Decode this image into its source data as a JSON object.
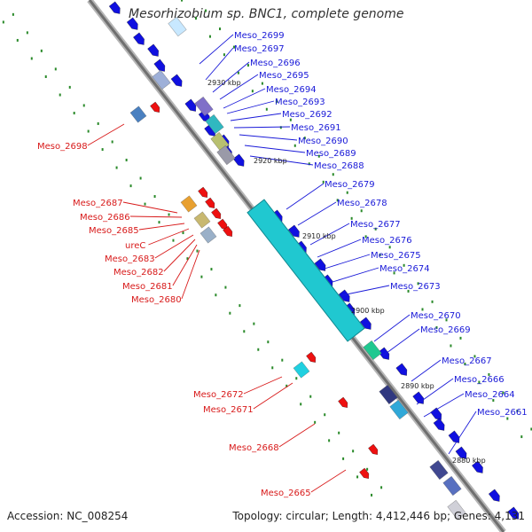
{
  "title": "Mesorhizobium sp. BNC1, complete genome",
  "footer": {
    "accession": "Accession: NC_008254",
    "topology": "Topology: circular; Length: 4,412,446 bp; Genes: 4,131"
  },
  "colors": {
    "forward_label": "#1a1ad8",
    "reverse_label": "#d81a1a",
    "forward_gene": "#1010e0",
    "reverse_gene": "#ee1010",
    "backbone": "#6f6f6f",
    "guide_dots": "#2a8a2a"
  },
  "ticks": [
    "2930 kbp",
    "2920 kbp",
    "2910 kbp",
    "2900 kbp",
    "2890 kbp",
    "2880 kbp"
  ],
  "labels_forward": [
    "Meso_2699",
    "Meso_2697",
    "Meso_2696",
    "Meso_2695",
    "Meso_2694",
    "Meso_2693",
    "Meso_2692",
    "Meso_2691",
    "Meso_2690",
    "Meso_2689",
    "Meso_2688",
    "Meso_2679",
    "Meso_2678",
    "Meso_2677",
    "Meso_2676",
    "Meso_2675",
    "Meso_2674",
    "Meso_2673",
    "Meso_2670",
    "Meso_2669",
    "Meso_2667",
    "Meso_2666",
    "Meso_2664",
    "Meso_2661"
  ],
  "labels_reverse": [
    "Meso_2698",
    "Meso_2687",
    "Meso_2686",
    "Meso_2685",
    "ureC",
    "Meso_2683",
    "Meso_2682",
    "Meso_2681",
    "Meso_2680",
    "Meso_2672",
    "Meso_2671",
    "Meso_2668",
    "Meso_2665"
  ]
}
